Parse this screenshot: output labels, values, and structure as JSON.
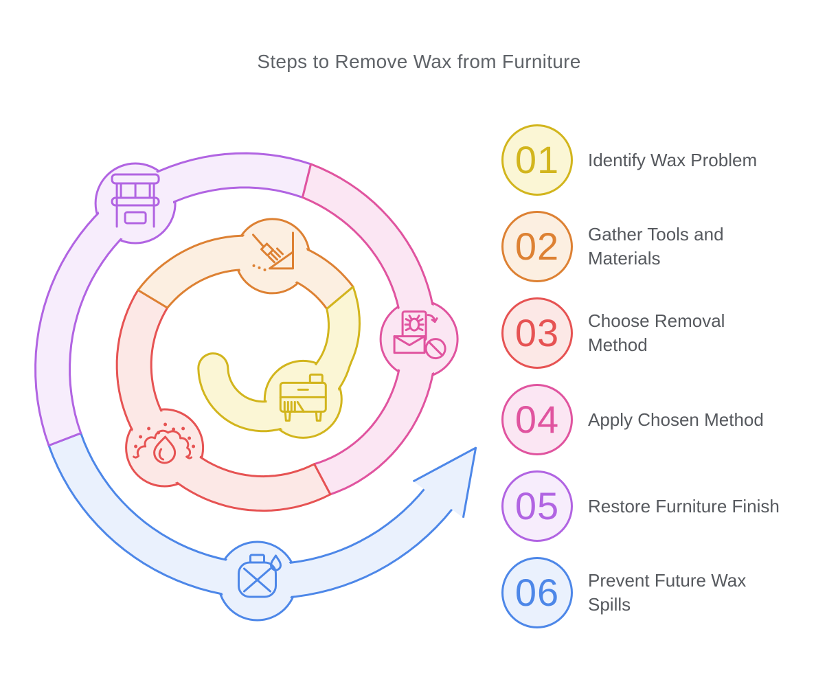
{
  "title": "Steps to Remove Wax from Furniture",
  "steps": [
    {
      "number": "01",
      "label": "Identify Wax Problem",
      "icon": "sideboard-furniture-icon",
      "color": "#d2b51d",
      "fill": "#fbf6d5"
    },
    {
      "number": "02",
      "label": "Gather Tools and Materials",
      "icon": "hand-brush-dustpan-icon",
      "color": "#dd8133",
      "fill": "#fcefe1"
    },
    {
      "number": "03",
      "label": "Choose Removal Method",
      "icon": "flame-icon",
      "color": "#e65353",
      "fill": "#fce8e6"
    },
    {
      "number": "04",
      "label": "Apply Chosen Method",
      "icon": "bug-mail-blocked-icon",
      "color": "#e0549f",
      "fill": "#fbe6f3"
    },
    {
      "number": "05",
      "label": "Restore Furniture Finish",
      "icon": "furniture-hutch-icon",
      "color": "#b164e2",
      "fill": "#f7edfc"
    },
    {
      "number": "06",
      "label": "Prevent Future Wax Spills",
      "icon": "canteen-water-drop-icon",
      "color": "#4d87e8",
      "fill": "#eaf1fd"
    }
  ],
  "colors": {
    "title_text": "#5f6368",
    "label_text": "#56595e",
    "background": "#ffffff"
  }
}
